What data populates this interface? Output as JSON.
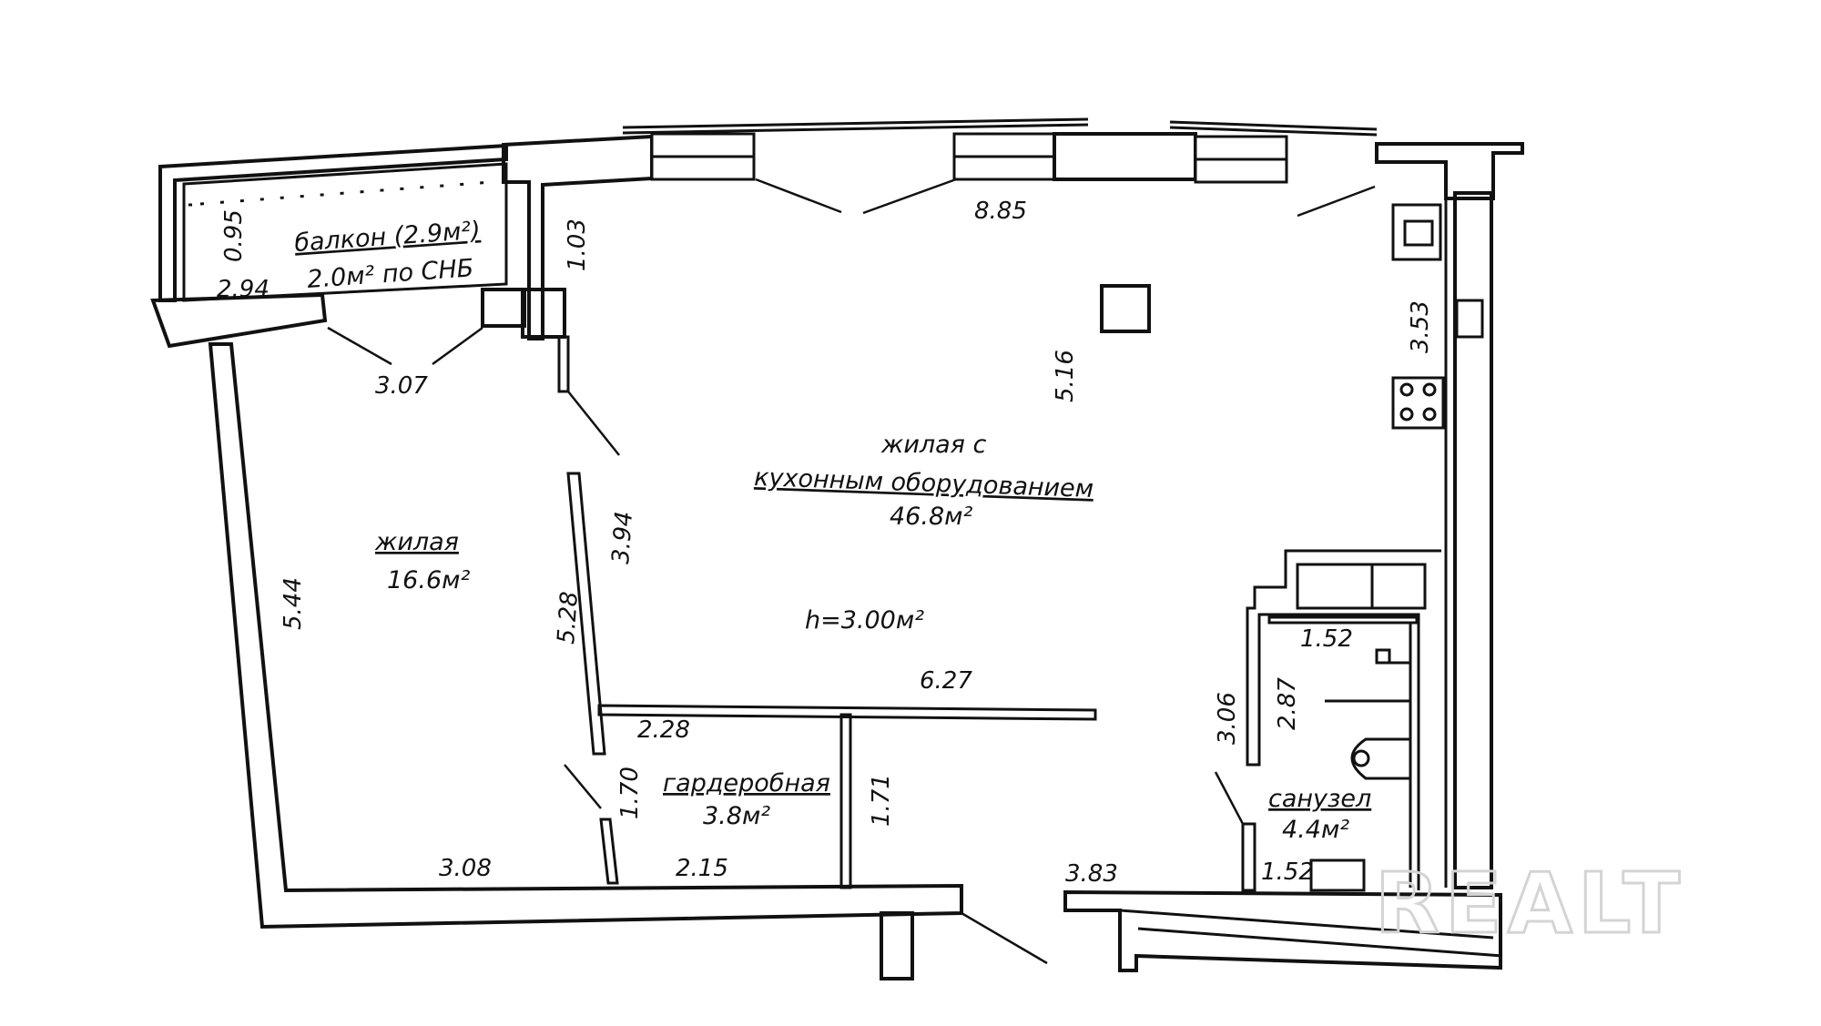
{
  "rooms": {
    "balcony": {
      "name": "балкон (2.9м²)",
      "area": "2.0м² по СНБ"
    },
    "living": {
      "name": "жилая",
      "area": "16.6м²"
    },
    "kitchen_living": {
      "name_line1": "жилая с",
      "name_line2": "кухонным оборудованием",
      "area": "46.8м²"
    },
    "wardrobe": {
      "name": "гардеробная",
      "area": "3.8м²"
    },
    "bathroom": {
      "name": "санузел",
      "area": "4.4м²"
    }
  },
  "ceiling_height": "h=3.00м²",
  "dimensions": {
    "d_095": "0.95",
    "d_294": "2.94",
    "d_307": "3.07",
    "d_103": "1.03",
    "d_885": "8.85",
    "d_516": "5.16",
    "d_353": "3.53",
    "d_394": "3.94",
    "d_544": "5.44",
    "d_528": "5.28",
    "d_627": "6.27",
    "d_228": "2.28",
    "d_170": "1.70",
    "d_171": "1.71",
    "d_308": "3.08",
    "d_215": "2.15",
    "d_383": "3.83",
    "d_152a": "1.52",
    "d_287": "2.87",
    "d_306": "3.06",
    "d_152b": "1.52"
  },
  "watermark": "REALT"
}
